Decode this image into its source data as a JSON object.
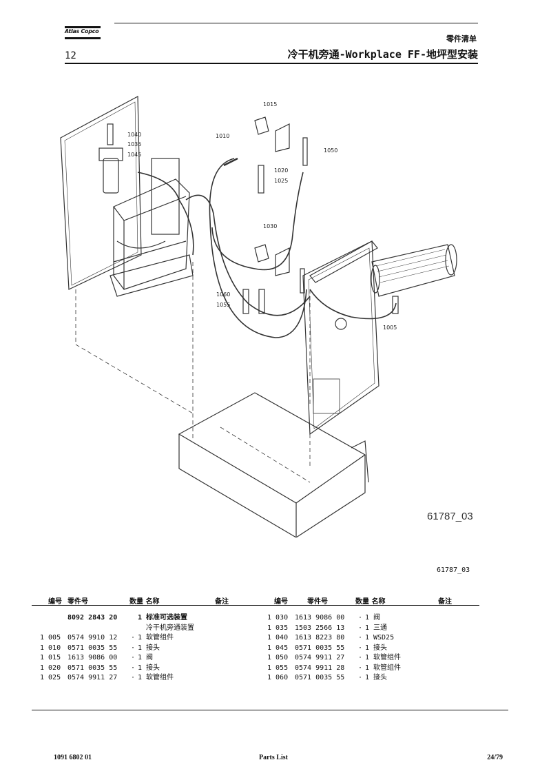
{
  "header": {
    "logo_text": "Atlas Copco",
    "category": "零件清单",
    "page_section": "12",
    "title": "冷干机旁通-Workplace FF-地坪型安装"
  },
  "figure": {
    "callouts": [
      "1015",
      "1010",
      "1050",
      "1020",
      "1025",
      "1040",
      "1035",
      "1045",
      "1030",
      "1060",
      "1055",
      "1005"
    ],
    "id_in_drawing": "61787_03",
    "reference": "61787_03"
  },
  "table": {
    "headers": {
      "pos": "编号",
      "part_no": "零件号",
      "qty_name": "数量 名称",
      "remark": "备注"
    },
    "main_item": {
      "part_no": "8092 2843 20",
      "qty": "1",
      "name": "标准可选装置",
      "name2": "冷干机旁通装置"
    },
    "left_rows": [
      {
        "pos": "1 005",
        "part_no": "0574 9910 12",
        "dot": "·",
        "qty": "1",
        "name": "软管组件"
      },
      {
        "pos": "1 010",
        "part_no": "0571 0035 55",
        "dot": "·",
        "qty": "1",
        "name": "接头"
      },
      {
        "pos": "1 015",
        "part_no": "1613 9086 00",
        "dot": "·",
        "qty": "1",
        "name": "阀"
      },
      {
        "pos": "1 020",
        "part_no": "0571 0035 55",
        "dot": "·",
        "qty": "1",
        "name": "接头"
      },
      {
        "pos": "1 025",
        "part_no": "0574 9911 27",
        "dot": "·",
        "qty": "1",
        "name": "软管组件"
      }
    ],
    "right_rows": [
      {
        "pos": "1 030",
        "part_no": "1613 9086 00",
        "dot": "·",
        "qty": "1",
        "name": "阀"
      },
      {
        "pos": "1 035",
        "part_no": "1503 2566 13",
        "dot": "·",
        "qty": "1",
        "name": "三通"
      },
      {
        "pos": "1 040",
        "part_no": "1613 8223 80",
        "dot": "·",
        "qty": "1",
        "name": "WSD25"
      },
      {
        "pos": "1 045",
        "part_no": "0571 0035 55",
        "dot": "·",
        "qty": "1",
        "name": "接头"
      },
      {
        "pos": "1 050",
        "part_no": "0574 9911 27",
        "dot": "·",
        "qty": "1",
        "name": "软管组件"
      },
      {
        "pos": "1 055",
        "part_no": "0574 9911 28",
        "dot": "·",
        "qty": "1",
        "name": "软管组件"
      },
      {
        "pos": "1 060",
        "part_no": "0571 0035 55",
        "dot": "·",
        "qty": "1",
        "name": "接头"
      }
    ]
  },
  "footer": {
    "doc_no": "1091 6802 01",
    "doc_type": "Parts List",
    "page": "24/79"
  }
}
